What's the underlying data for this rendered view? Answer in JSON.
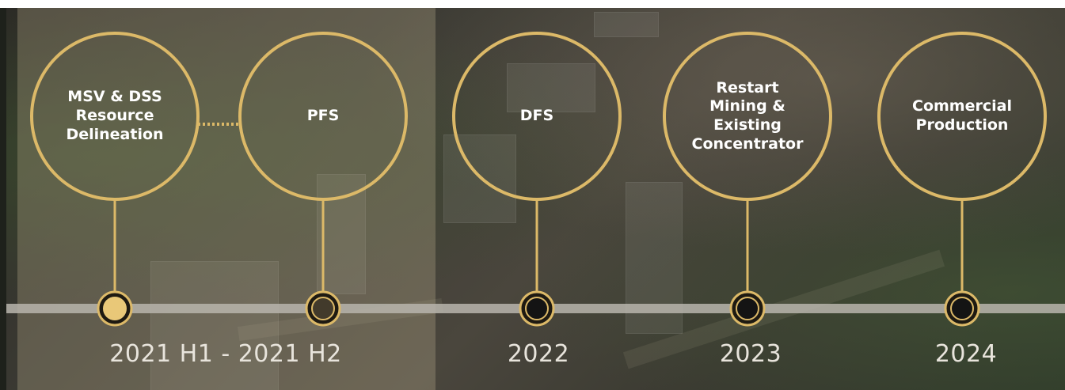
{
  "milestones": [
    {
      "id": "msv-dss",
      "label": "MSV & DSS\nResource\nDelineation",
      "marker": "filled"
    },
    {
      "id": "pfs",
      "label": "PFS",
      "marker": "ring"
    },
    {
      "id": "dfs",
      "label": "DFS",
      "marker": "dark"
    },
    {
      "id": "restart",
      "label": "Restart\nMining &\nExisting\nConcentrator",
      "marker": "dark"
    },
    {
      "id": "commercial",
      "label": "Commercial\nProduction",
      "marker": "dark"
    }
  ],
  "years": {
    "first": "2021 H1 - 2021 H2",
    "second": "2022",
    "third": "2023",
    "fourth": "2024"
  },
  "colors": {
    "gold": "#dcb968",
    "goldFill": "#e9c878",
    "track": "#b9b5ad",
    "markerDark": "#141414"
  },
  "connector": {
    "style": "dotted",
    "between": [
      "msv-dss",
      "pfs"
    ]
  }
}
